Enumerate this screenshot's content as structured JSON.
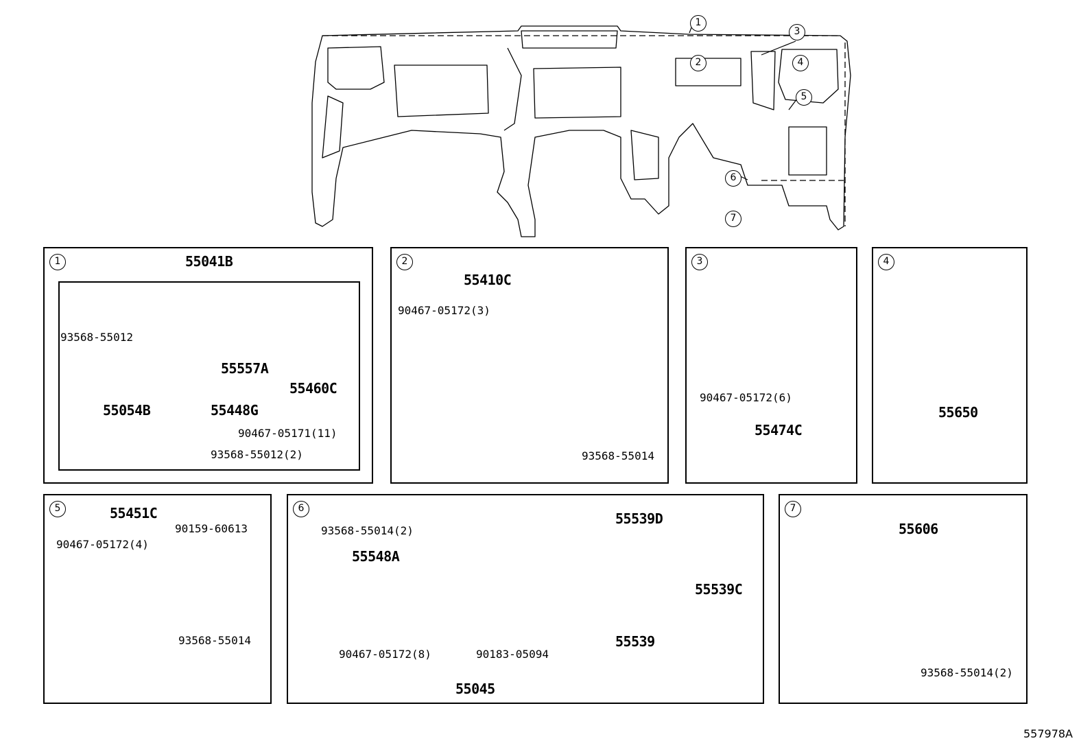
{
  "diagram": {
    "reference_code": "557978A",
    "overview_callouts": [
      "1",
      "2",
      "3",
      "4",
      "5",
      "6",
      "7"
    ],
    "panels": [
      {
        "callout": "1",
        "parts": [
          "55041B",
          "93568-55012",
          "55557A",
          "55460C",
          "55054B",
          "55448G",
          "90467-05171(11)",
          "93568-55012(2)"
        ]
      },
      {
        "callout": "2",
        "parts": [
          "55410C",
          "90467-05172(3)",
          "93568-55014"
        ]
      },
      {
        "callout": "3",
        "parts": [
          "90467-05172(6)",
          "55474C"
        ]
      },
      {
        "callout": "4",
        "parts": [
          "55650"
        ]
      },
      {
        "callout": "5",
        "parts": [
          "55451C",
          "90467-05172(4)",
          "90159-60613",
          "93568-55014"
        ]
      },
      {
        "callout": "6",
        "parts": [
          "93568-55014(2)",
          "55548A",
          "55539D",
          "55539C",
          "55539",
          "90467-05172(8)",
          "90183-05094",
          "55045"
        ]
      },
      {
        "callout": "7",
        "parts": [
          "55606",
          "93568-55014(2)"
        ]
      }
    ]
  }
}
